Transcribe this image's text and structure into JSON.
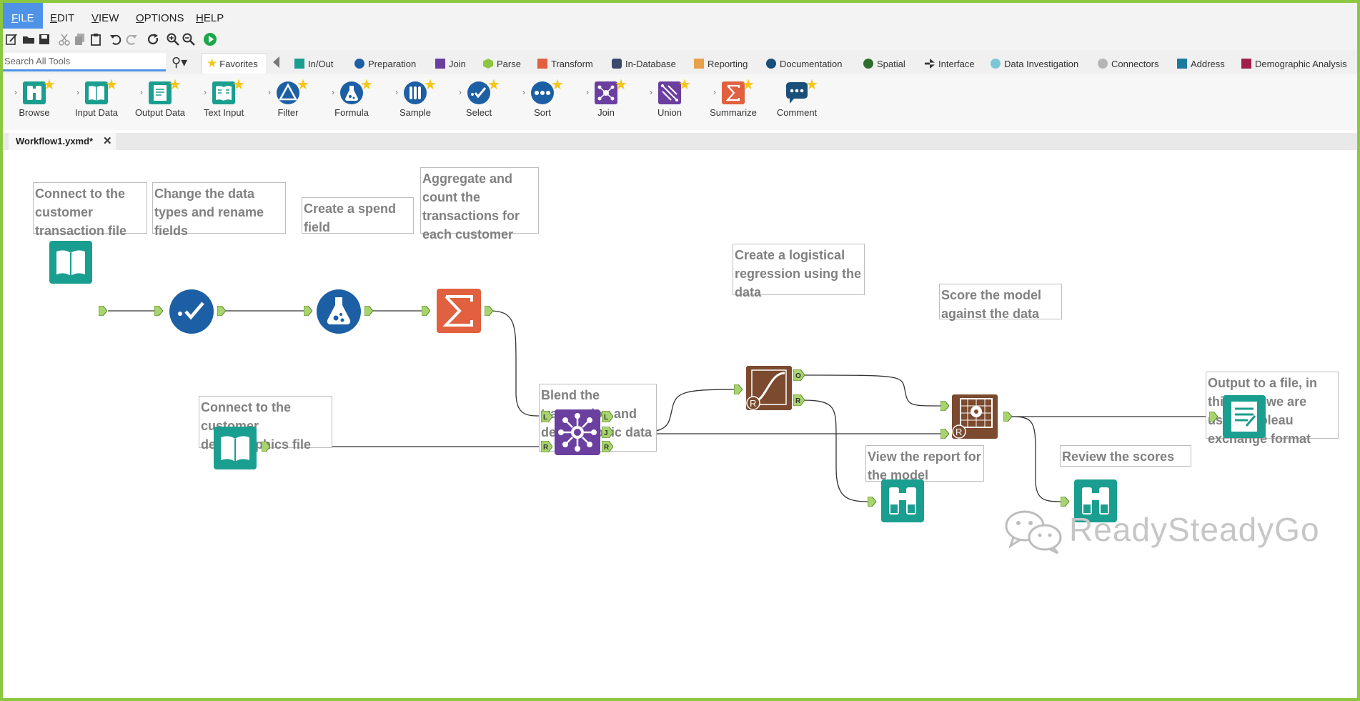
{
  "menu": {
    "items": [
      {
        "label": "FILE",
        "key": "F",
        "rest": "ILE"
      },
      {
        "label": "EDIT",
        "key": "E",
        "rest": "DIT"
      },
      {
        "label": "VIEW",
        "key": "V",
        "rest": "IEW"
      },
      {
        "label": "OPTIONS",
        "key": "O",
        "rest": "PTIONS"
      },
      {
        "label": "HELP",
        "key": "H",
        "rest": "ELP"
      }
    ]
  },
  "search": {
    "placeholder": "Search All Tools"
  },
  "categories": {
    "favorites": "Favorites",
    "items": [
      {
        "label": "In/Out",
        "color": "#1a9e8f"
      },
      {
        "label": "Preparation",
        "color": "#1d5fa4"
      },
      {
        "label": "Join",
        "color": "#6b3fa0"
      },
      {
        "label": "Parse",
        "color": "#8dc63f"
      },
      {
        "label": "Transform",
        "color": "#e0603f"
      },
      {
        "label": "In-Database",
        "color": "#3a4a6b"
      },
      {
        "label": "Reporting",
        "color": "#e8a04a"
      },
      {
        "label": "Documentation",
        "color": "#1a4f7a"
      },
      {
        "label": "Spatial",
        "color": "#2d6e2d"
      },
      {
        "label": "Interface",
        "color": "#333333"
      },
      {
        "label": "Data Investigation",
        "color": "#7ec6d6"
      },
      {
        "label": "Connectors",
        "color": "#b5b5b5"
      },
      {
        "label": "Address",
        "color": "#1a7a9e"
      },
      {
        "label": "Demographic Analysis",
        "color": "#a0204a"
      }
    ]
  },
  "palette": {
    "tools": [
      {
        "label": "Browse",
        "icon": "binoculars-icon"
      },
      {
        "label": "Input Data",
        "icon": "book-icon"
      },
      {
        "label": "Output Data",
        "icon": "document-icon"
      },
      {
        "label": "Text Input",
        "icon": "text-book-icon"
      },
      {
        "label": "Filter",
        "icon": "filter-icon"
      },
      {
        "label": "Formula",
        "icon": "flask-icon"
      },
      {
        "label": "Sample",
        "icon": "sample-icon"
      },
      {
        "label": "Select",
        "icon": "check-icon"
      },
      {
        "label": "Sort",
        "icon": "dots-icon"
      },
      {
        "label": "Join",
        "icon": "join-icon"
      },
      {
        "label": "Union",
        "icon": "union-icon"
      },
      {
        "label": "Summarize",
        "icon": "sigma-icon"
      },
      {
        "label": "Comment",
        "icon": "speech-bubble-icon"
      }
    ]
  },
  "document": {
    "tab": "Workflow1.yxmd*",
    "close": "✕"
  },
  "notes": {
    "connect_transaction": "Connect to the customer transaction file",
    "change_types": "Change the data types and rename fields",
    "spend_field": "Create a spend field",
    "aggregate": "Aggregate and count the transactions for each customer",
    "regression": "Create a logistical regression using the data",
    "score": "Score the model against the data",
    "connect_demographics": "Connect to the customer demographics file",
    "blend": "Blend the transaction and demographic data",
    "output": "Output to a file, in this case we are using Tableau exchange format",
    "view_report": "View the report for the model",
    "review_scores": "Review the scores"
  },
  "anchors": {
    "L": "L",
    "R": "R",
    "J": "J",
    "O": "O"
  },
  "watermark": "ReadySteadyGo",
  "colors": {
    "frame": "#8dc63f",
    "menu_active": "#4f93e8",
    "inout": "#1a9e8f",
    "preparation": "#1d5fa4",
    "join": "#6b3fa0",
    "transform": "#e0603f",
    "predictive": "#7b4a2f",
    "anchor": "#a8d46f"
  }
}
